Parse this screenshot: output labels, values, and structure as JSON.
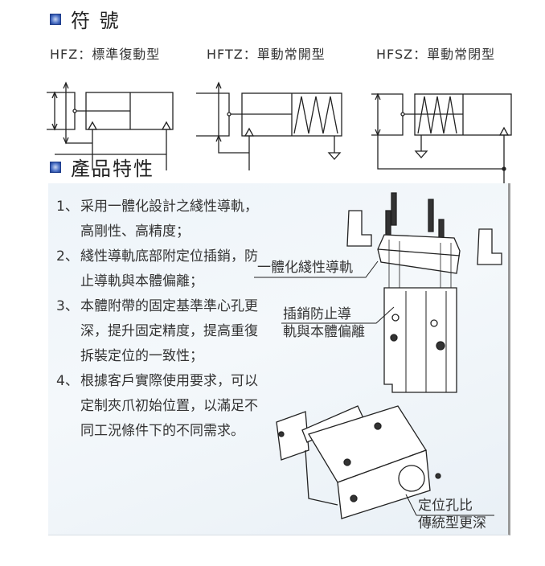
{
  "symbols_section": {
    "title": "符 號"
  },
  "symbols": [
    {
      "label": "HFZ：標準復動型"
    },
    {
      "label": "HFTZ：單動常開型"
    },
    {
      "label": "HFSZ：單動常閉型"
    }
  ],
  "features_section": {
    "title": "產品特性"
  },
  "features": [
    {
      "num": "1、",
      "text": "采用一體化設計之綫性導軌，高剛性、高精度；"
    },
    {
      "num": "2、",
      "text": "綫性導軌底部附定位插銷，防止導軌與本體偏離；"
    },
    {
      "num": "3、",
      "text": "本體附帶的固定基準準心孔更深，提升固定精度，提高重復拆裝定位的一致性；"
    },
    {
      "num": "4、",
      "text": "根據客戶實際使用要求，可以定制夾爪初始位置，以滿足不同工況條件下的不同需求。"
    }
  ],
  "callouts": {
    "rail": "一體化綫性導軌",
    "pin_line1": "插銷防止導",
    "pin_line2": "軌與本體偏離",
    "hole_line1": "定位孔比",
    "hole_line2": "傳統型更深"
  }
}
